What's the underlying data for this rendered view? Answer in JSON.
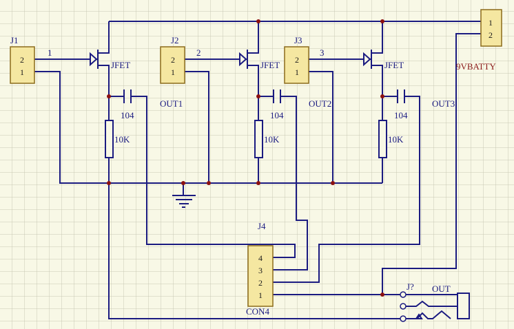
{
  "colors": {
    "background": "#f8f8e6",
    "grid": "#c8c8b4",
    "wire": "#1a1a80",
    "junction": "#8b1010",
    "connector_fill": "#f5e7a1",
    "connector_stroke": "#8b6a1a"
  },
  "connectors": {
    "j1": {
      "ref": "J1",
      "pins": [
        "2",
        "1"
      ]
    },
    "j2": {
      "ref": "J2",
      "pins": [
        "2",
        "1"
      ]
    },
    "j3": {
      "ref": "J3",
      "pins": [
        "2",
        "1"
      ]
    },
    "battery": {
      "ref": "",
      "label": "9VBATTY",
      "pins": [
        "1",
        "2"
      ]
    },
    "j4": {
      "ref": "J4",
      "label": "CON4",
      "pins": [
        "4",
        "3",
        "2",
        "1"
      ]
    },
    "jack": {
      "ref": "J?",
      "label": "OUT"
    }
  },
  "net_labels": {
    "n1": "1",
    "n2": "2",
    "n3": "3"
  },
  "stages": [
    {
      "transistor": "JFET",
      "capacitor": "104",
      "resistor": "10K",
      "output": "OUT1"
    },
    {
      "transistor": "JFET",
      "capacitor": "104",
      "resistor": "10K",
      "output": "OUT2"
    },
    {
      "transistor": "JFET",
      "capacitor": "104",
      "resistor": "10K",
      "output": "OUT3"
    }
  ],
  "icons": {
    "ground": "ground-symbol-icon",
    "jfet": "n-channel-jfet-icon",
    "capacitor": "capacitor-icon",
    "resistor": "resistor-icon",
    "junction": "junction-dot-icon",
    "jack": "audio-jack-icon"
  }
}
